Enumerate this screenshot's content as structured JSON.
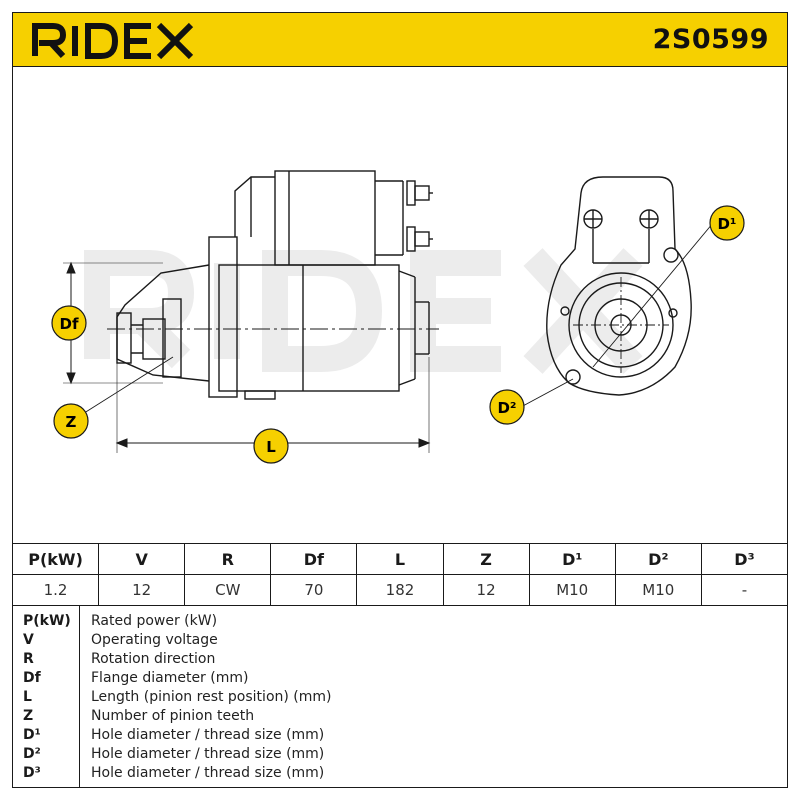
{
  "header": {
    "brand": "RIDEX",
    "part_number": "2S0599",
    "background_color": "#f6d000"
  },
  "drawing": {
    "watermark": "RIDEX",
    "callouts": {
      "df": "Df",
      "z": "Z",
      "l": "L",
      "d1": "D¹",
      "d2": "D²"
    }
  },
  "specs": {
    "headers": [
      "P(kW)",
      "V",
      "R",
      "Df",
      "L",
      "Z",
      "D¹",
      "D²",
      "D³"
    ],
    "values": [
      "1.2",
      "12",
      "CW",
      "70",
      "182",
      "12",
      "M10",
      "M10",
      "-"
    ]
  },
  "legend": [
    {
      "key": "P(kW)",
      "desc": "Rated power (kW)"
    },
    {
      "key": "V",
      "desc": "Operating voltage"
    },
    {
      "key": "R",
      "desc": "Rotation direction"
    },
    {
      "key": "Df",
      "desc": "Flange diameter (mm)"
    },
    {
      "key": "L",
      "desc": "Length (pinion rest position) (mm)"
    },
    {
      "key": "Z",
      "desc": "Number of pinion teeth"
    },
    {
      "key": "D¹",
      "desc": "Hole diameter / thread size (mm)"
    },
    {
      "key": "D²",
      "desc": "Hole diameter / thread size (mm)"
    },
    {
      "key": "D³",
      "desc": "Hole diameter / thread size (mm)"
    }
  ]
}
